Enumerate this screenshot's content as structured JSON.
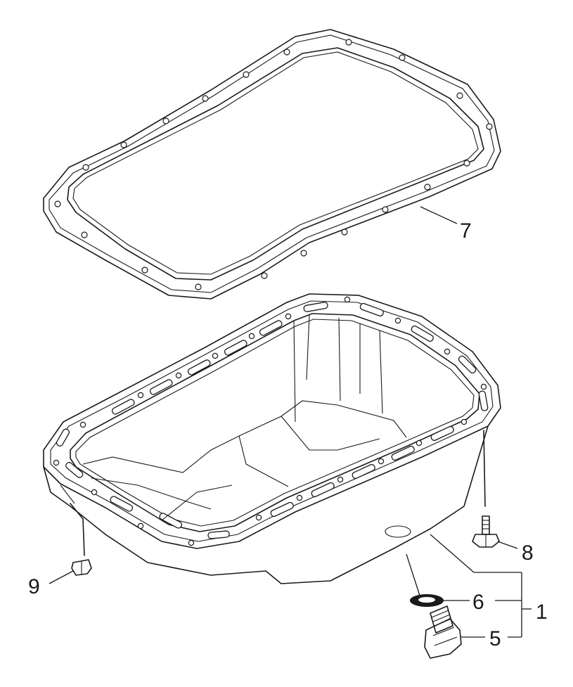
{
  "parts": [
    {
      "id": "gasket",
      "callout": "7"
    },
    {
      "id": "oil-pan",
      "callout": "1"
    },
    {
      "id": "bolt",
      "callout": "8"
    },
    {
      "id": "nut",
      "callout": "9"
    },
    {
      "id": "washer",
      "callout": "6"
    },
    {
      "id": "drain-plug",
      "callout": "5"
    }
  ]
}
